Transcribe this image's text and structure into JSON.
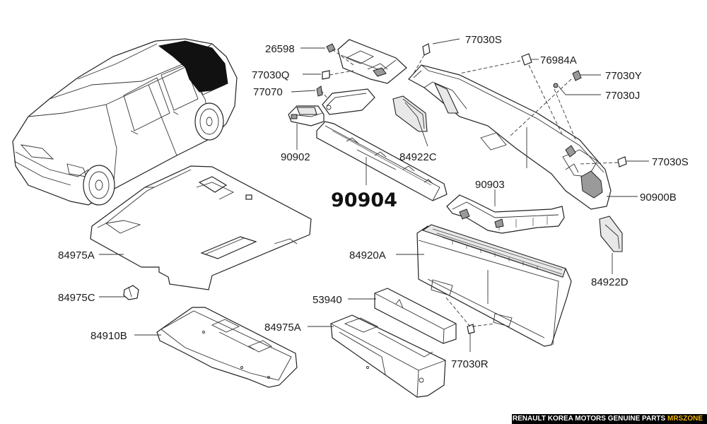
{
  "diagram": {
    "labels": {
      "p26598": "26598",
      "p77030q": "77030Q",
      "p77070": "77070",
      "p90902": "90902",
      "p90904": "90904",
      "p84922c": "84922C",
      "p77030s_top": "77030S",
      "p76984a": "76984A",
      "p77030y": "77030Y",
      "p77030j": "77030J",
      "p77030s_right": "77030S",
      "p90900b": "90900B",
      "p90903": "90903",
      "p84922d": "84922D",
      "p84920a": "84920A",
      "p84975a_left": "84975A",
      "p84975c": "84975C",
      "p84910b": "84910B",
      "p53940": "53940",
      "p84975a_bottom": "84975A",
      "p77030r": "77030R"
    }
  },
  "footer": {
    "text": "RENAULT KOREA MOTORS GENUINE PARTS",
    "brand": "MRSZONE"
  },
  "colors": {
    "footer_bg": "#000000",
    "footer_accent": "#f2b705"
  }
}
